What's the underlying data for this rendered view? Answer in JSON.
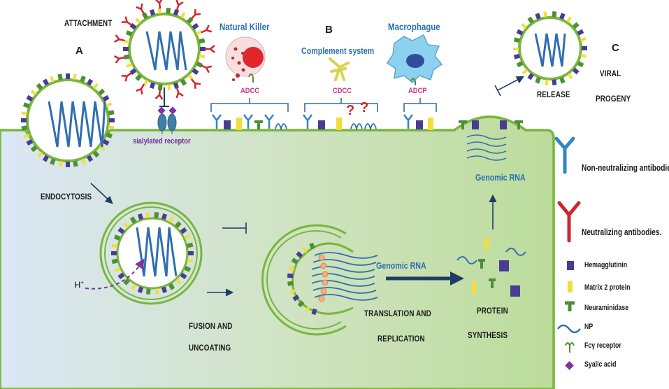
{
  "labels": {
    "attachment": "ATTACHMENT",
    "a": "A",
    "b": "B",
    "c": "C",
    "natural_killer": "Natural Killer",
    "complement_system": "Complement system",
    "macrophage": "Macrophague",
    "adcc": "ADCC",
    "cdcc": "CDCC",
    "adcp": "ADCP",
    "sialylated_receptor": "sialylated receptor",
    "endocytosis": "ENDOCYTOSIS",
    "hplus": "H",
    "hplus_sup": "+",
    "fusion_1": "FUSION AND",
    "fusion_2": "UNCOATING",
    "genomic_rna_mid": "Genomic RNA",
    "genomic_rna_top": "Genomic RNA",
    "translation_1": "TRANSLATION AND",
    "translation_2": "REPLICATION",
    "protein_1": "PROTEIN",
    "protein_2": "SYNTHESIS",
    "release": "RELEASE",
    "viral": "VIRAL",
    "progeny": "PROGENY",
    "question_mark": "?"
  },
  "legend": {
    "non_neutralizing": "Non-neutralizing antibodies.",
    "neutralizing": "Neutralizing antibodies.",
    "items": [
      {
        "icon": "hemagglutinin-icon",
        "label": "Hemagglutinin"
      },
      {
        "icon": "matrix2-icon",
        "label": "Matrix 2 protein"
      },
      {
        "icon": "neuraminidase-icon",
        "label": "Neuraminidase"
      },
      {
        "icon": "np-icon",
        "label": "NP"
      },
      {
        "icon": "fcy-receptor-icon",
        "label": "Fcγ receptor"
      },
      {
        "icon": "sialic-acid-icon",
        "label": "Syalic acid"
      }
    ]
  },
  "colors": {
    "cell_fill_left": "#dbe7f6",
    "cell_fill_right": "#c2dfa4",
    "membrane": "#79b63c",
    "rna": "#2f6fb0",
    "hemagglutinin": "#4b3c93",
    "matrix2": "#f4dd3a",
    "neuraminidase": "#4f8f37",
    "neutralizing_ab": "#d0262f",
    "non_neutralizing_ab": "#2f86c6",
    "sialic_acid": "#7b35a0",
    "label_blue": "#2c6fb5",
    "label_magenta": "#d6338a"
  }
}
